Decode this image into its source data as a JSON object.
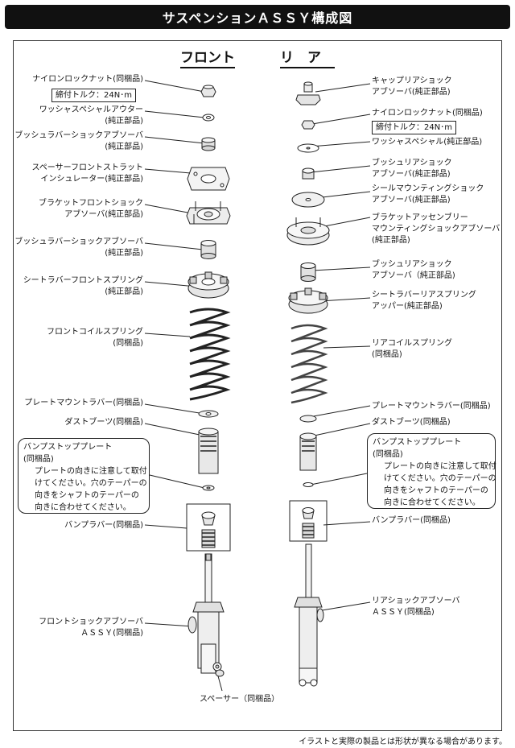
{
  "title": "サスペンションＡＳＳＹ構成図",
  "headings": {
    "front": "フロント",
    "rear": "リ　ア"
  },
  "front": [
    {
      "line1": "ナイロンロックナット(同梱品)",
      "line2": ""
    },
    {
      "line1": "ワッシャスペシャルアウター",
      "line2": "(純正部品)"
    },
    {
      "line1": "ブッシュラバーショックアブソーバ",
      "line2": "(純正部品)"
    },
    {
      "line1": "スペーサーフロントストラット",
      "line2": "インシュレーター(純正部品)"
    },
    {
      "line1": "ブラケットフロントショック",
      "line2": "アブソーバ(純正部品)"
    },
    {
      "line1": "ブッシュラバーショックアブソーバ",
      "line2": "(純正部品)"
    },
    {
      "line1": "シートラバーフロントスプリング",
      "line2": "(純正部品)"
    },
    {
      "line1": "フロントコイルスプリング",
      "line2": "(同梱品)"
    },
    {
      "line1": "プレートマウントラバー(同梱品)",
      "line2": ""
    },
    {
      "line1": "ダストブーツ(同梱品)",
      "line2": ""
    },
    {
      "line1": "バンプラバー(同梱品)",
      "line2": ""
    },
    {
      "line1": "フロントショックアブソーバ",
      "line2": "ＡＳＳＹ(同梱品)"
    }
  ],
  "front_torque": "締付トルク：24N･m",
  "spacer": "スペーサー（同梱品）",
  "rear": [
    {
      "line1": "キャップリアショック",
      "line2": "アブソーバ(純正部品)",
      "line3": ""
    },
    {
      "line1": "ナイロンロックナット(同梱品)",
      "line2": "",
      "line3": ""
    },
    {
      "line1": "ワッシャスペシャル(純正部品)",
      "line2": "",
      "line3": ""
    },
    {
      "line1": "ブッシュリアショック",
      "line2": "アブソーバ(純正部品)",
      "line3": ""
    },
    {
      "line1": "シールマウンティングショック",
      "line2": "アブソーバ(純正部品)",
      "line3": ""
    },
    {
      "line1": "ブラケットアッセンブリー",
      "line2": "マウンティングショックアブソーバ",
      "line3": "(純正部品)"
    },
    {
      "line1": "ブッシュリアショック",
      "line2": "アブソーバ（純正部品)",
      "line3": ""
    },
    {
      "line1": "シートラバーリアスプリング",
      "line2": "アッパー(純正部品)",
      "line3": ""
    },
    {
      "line1": "リアコイルスプリング",
      "line2": "(同梱品)",
      "line3": ""
    },
    {
      "line1": "プレートマウントラバー(同梱品)",
      "line2": "",
      "line3": ""
    },
    {
      "line1": "ダストブーツ(同梱品)",
      "line2": "",
      "line3": ""
    },
    {
      "line1": "バンプラバー(同梱品)",
      "line2": "",
      "line3": ""
    },
    {
      "line1": "リアショックアブソーバ",
      "line2": "ＡＳＳＹ(同梱品)",
      "line3": ""
    }
  ],
  "rear_torque": "締付トルク：24N･m",
  "notes": {
    "title": "バンプストッププレート",
    "sub": "(同梱品)",
    "lines": [
      "プレートの向きに注意して取付",
      "けてください。穴のテーパーの",
      "向きをシャフトのテーパーの",
      "向きに合わせてください。"
    ]
  },
  "footer": "イラストと実際の製品とは形状が異なる場合があります。"
}
